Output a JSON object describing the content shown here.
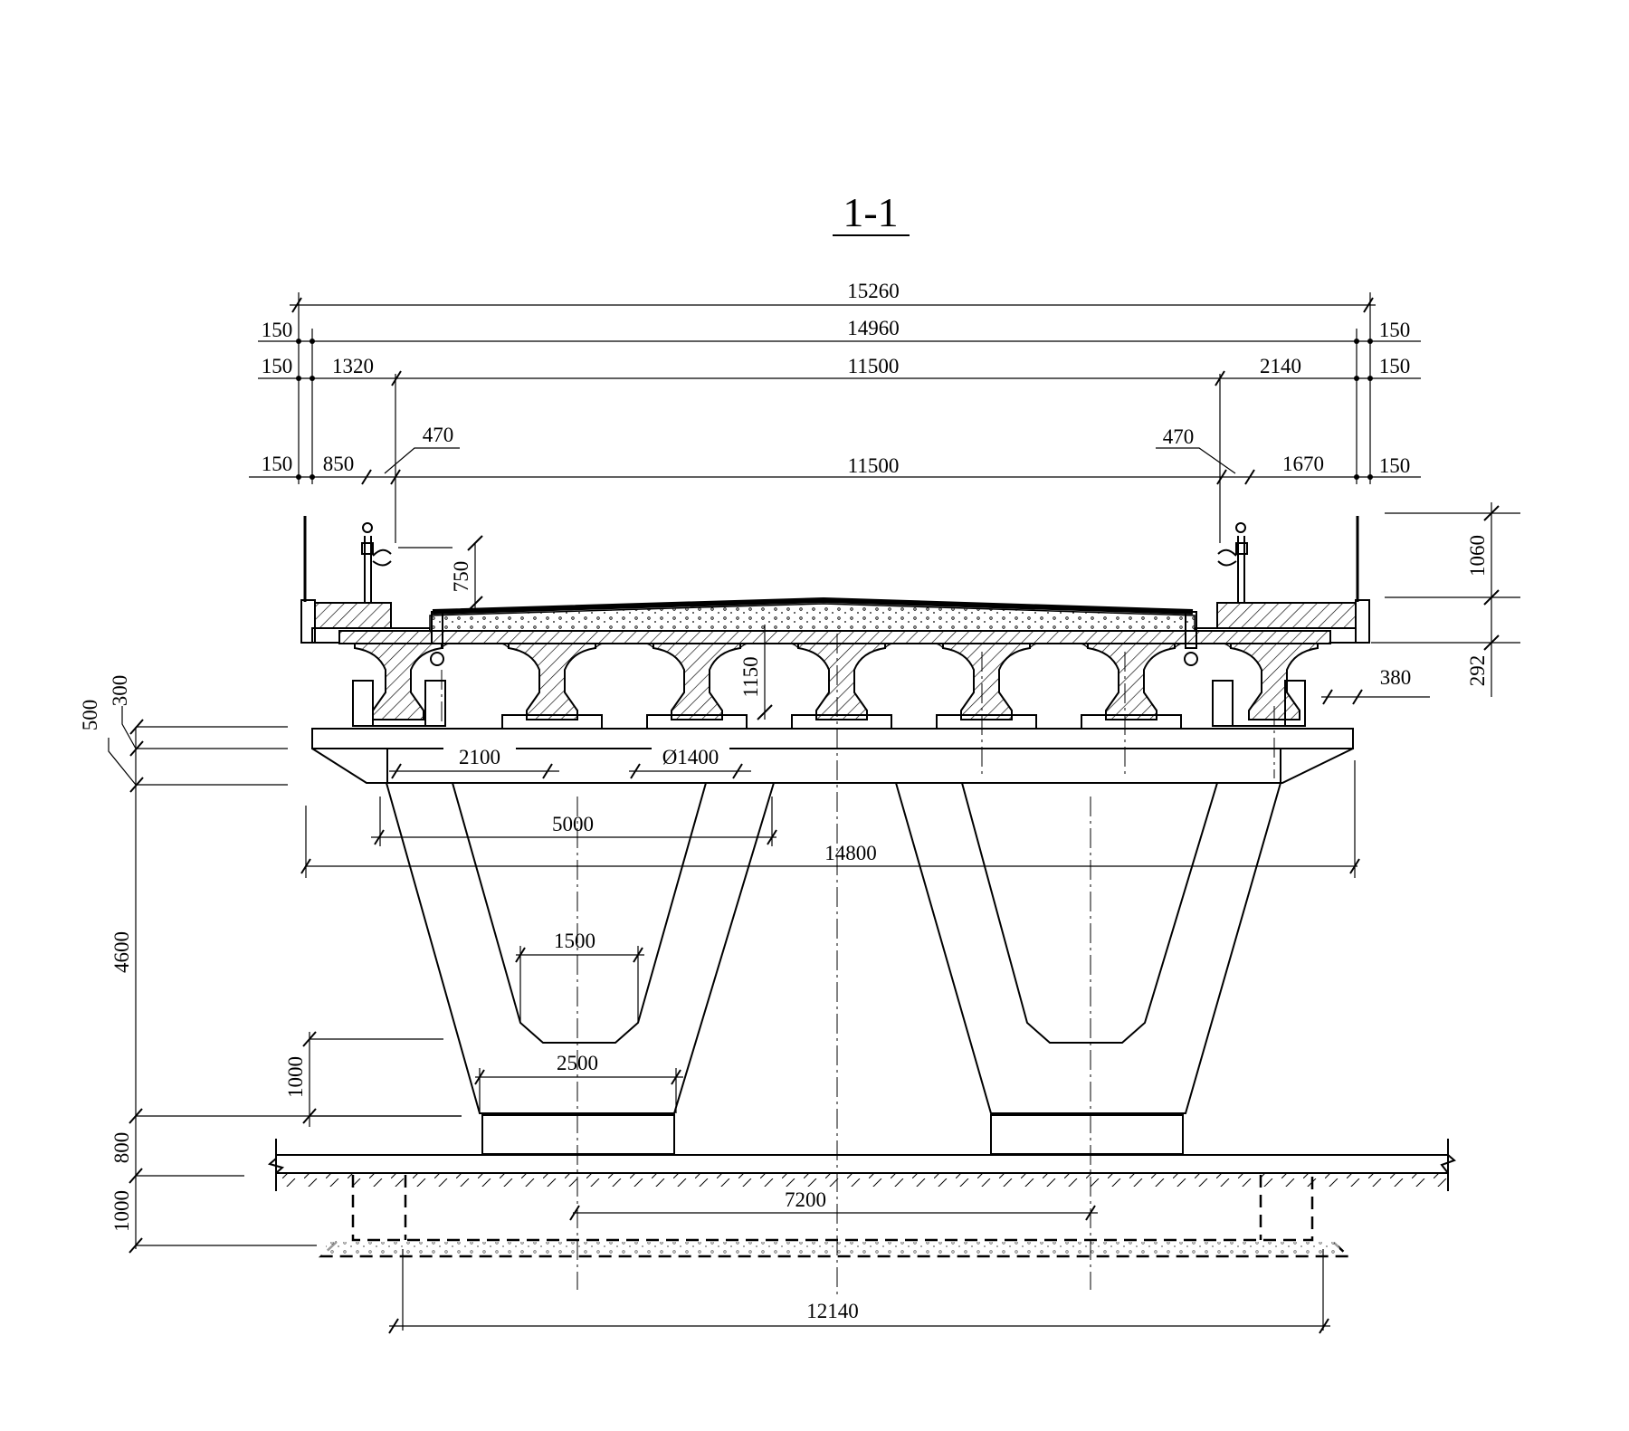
{
  "title": "1-1",
  "dimensions": {
    "top_overall": "15260",
    "top_inner": "14960",
    "left_edge_1": "150",
    "right_edge_1": "150",
    "left_edge_2": "150",
    "left_sidewalk_2": "1320",
    "roadway_2": "11500",
    "right_sidewalk_2": "2140",
    "right_edge_2": "150",
    "rail_left": "470",
    "rail_right": "470",
    "left_edge_3": "150",
    "left_sidewalk_3": "850",
    "roadway_3": "11500",
    "right_sidewalk_3": "1670",
    "right_edge_3": "150",
    "railing_height": "1060",
    "deck_thickness": "292",
    "curb_height": "750",
    "beam_height": "1150",
    "beam_spacing": "380",
    "cap_top_300": "300",
    "cap_500": "500",
    "cap_2100": "2100",
    "pile_dia": "Ø1400",
    "pier_5000": "5000",
    "cap_14800": "14800",
    "pier_height": "4600",
    "opening_1500": "1500",
    "base_1000": "1000",
    "leg_2500": "2500",
    "footing_800": "800",
    "footing_1000": "1000",
    "pier_spacing": "7200",
    "foundation_width": "12140"
  }
}
